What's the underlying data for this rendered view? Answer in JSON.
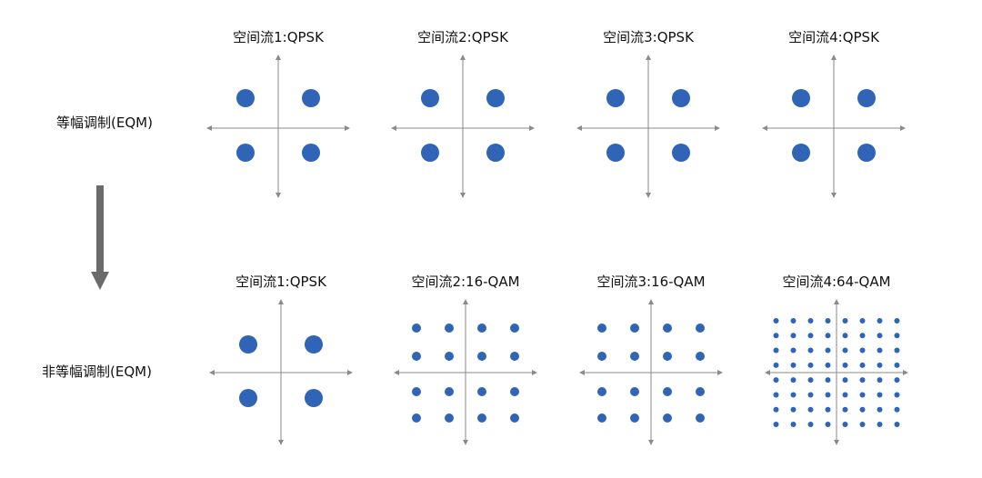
{
  "colors": {
    "dot": "#2f64b6",
    "axis": "#8a8a8a",
    "arrow": "#6b6b6b"
  },
  "rows": [
    {
      "label": "等幅调制(EQM)",
      "panels": [
        {
          "title": "空间流1:QPSK",
          "constellation": "QPSK",
          "grid": 2
        },
        {
          "title": "空间流2:QPSK",
          "constellation": "QPSK",
          "grid": 2
        },
        {
          "title": "空间流3:QPSK",
          "constellation": "QPSK",
          "grid": 2
        },
        {
          "title": "空间流4:QPSK",
          "constellation": "QPSK",
          "grid": 2
        }
      ]
    },
    {
      "label": "非等幅调制(EQM)",
      "panels": [
        {
          "title": "空间流1:QPSK",
          "constellation": "QPSK",
          "grid": 2
        },
        {
          "title": "空间流2:16-QAM",
          "constellation": "16-QAM",
          "grid": 4
        },
        {
          "title": "空间流3:16-QAM",
          "constellation": "16-QAM",
          "grid": 4
        },
        {
          "title": "空间流4:64-QAM",
          "constellation": "64-QAM",
          "grid": 8
        }
      ]
    }
  ]
}
